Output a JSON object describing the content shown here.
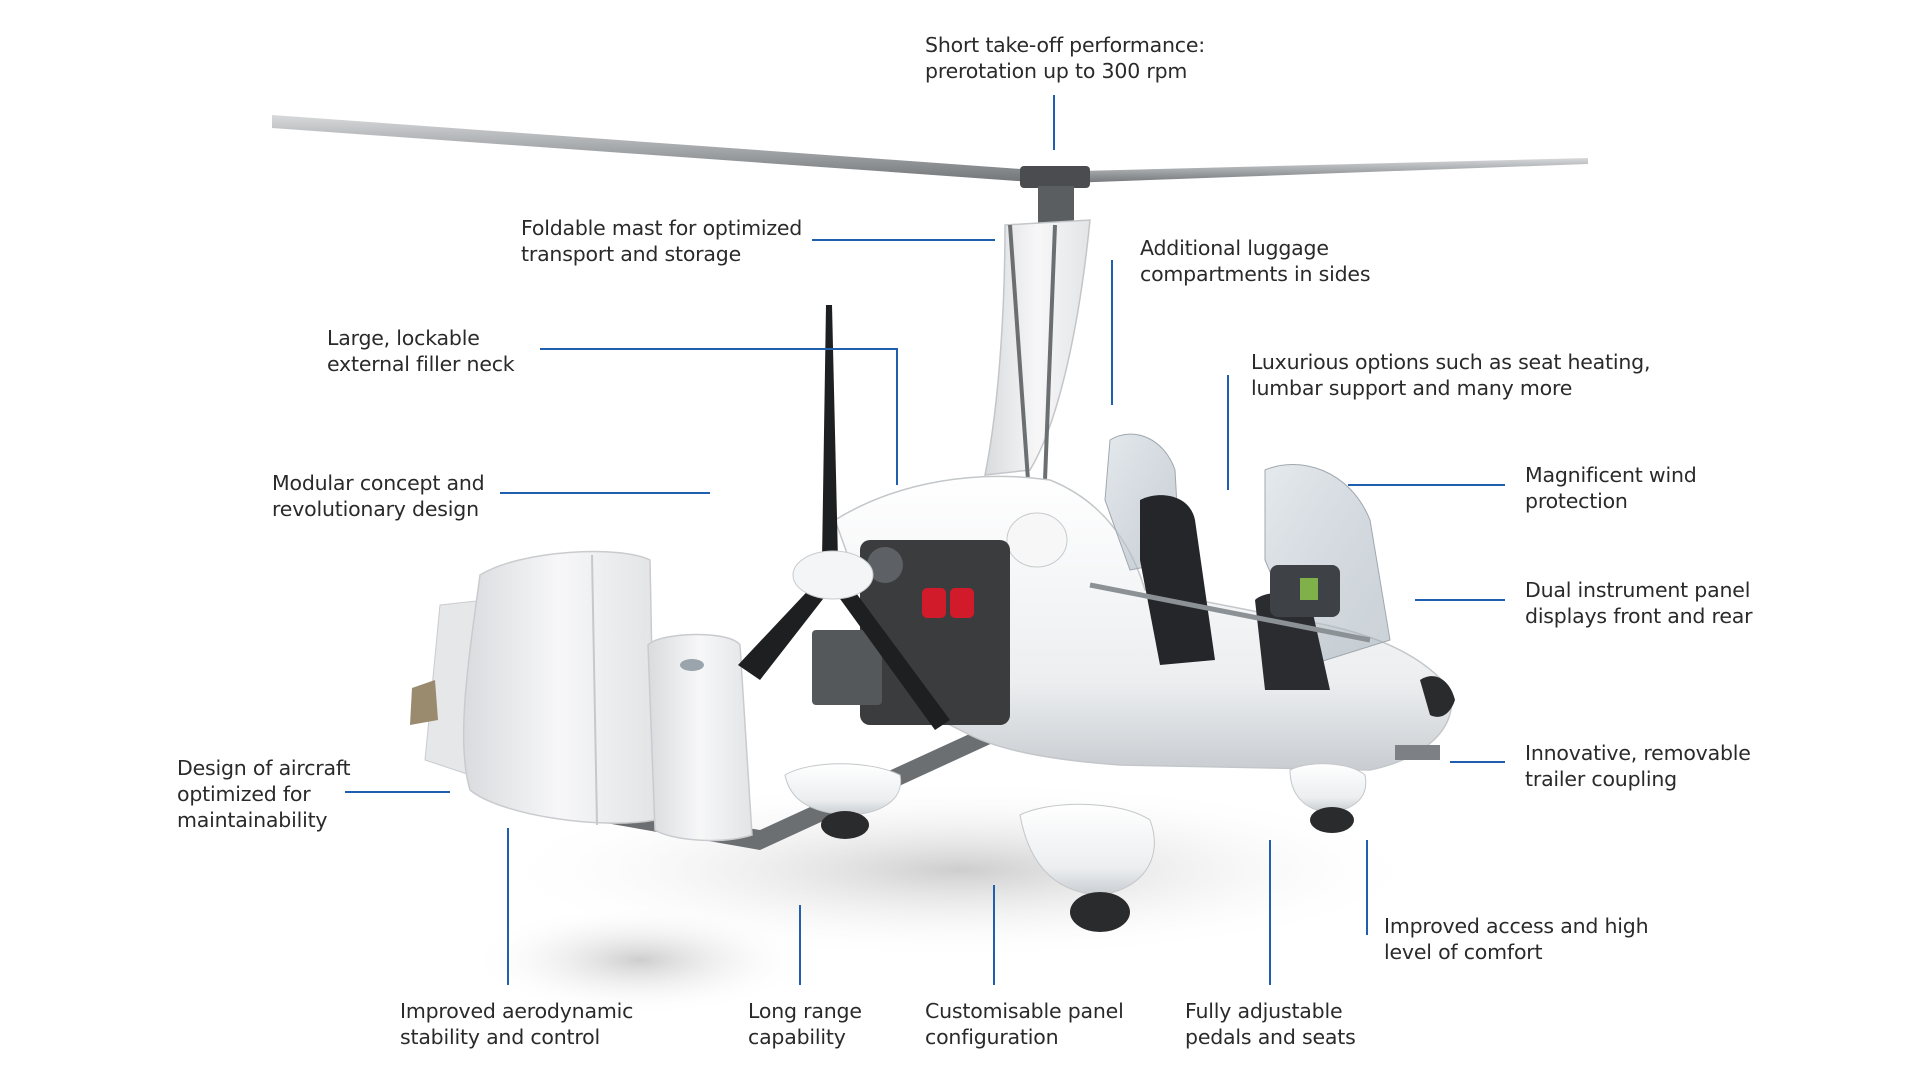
{
  "callouts": {
    "takeoff": [
      "Short take-off performance:",
      "prerotation up to 300 rpm"
    ],
    "mast": [
      "Foldable mast for optimized",
      "transport and storage"
    ],
    "luggage": [
      "Additional luggage",
      "compartments in sides"
    ],
    "filler": [
      "Large, lockable",
      "external filler neck"
    ],
    "luxury": [
      "Luxurious options such as seat heating,",
      "lumbar support and many more"
    ],
    "modular": [
      "Modular concept and",
      "revolutionary design"
    ],
    "wind": [
      "Magnificent wind",
      "protection"
    ],
    "instrument": [
      "Dual instrument panel",
      "displays front and rear"
    ],
    "maintain": [
      "Design of aircraft",
      "optimized for",
      "maintainability"
    ],
    "trailer": [
      "Innovative, removable",
      "trailer coupling"
    ],
    "access": [
      "Improved access and high",
      "level of comfort"
    ],
    "aero": [
      "Improved aerodynamic",
      "stability and control"
    ],
    "range": [
      "Long range",
      "capability"
    ],
    "panel": [
      "Customisable panel",
      "configuration"
    ],
    "pedals": [
      "Fully adjustable",
      "pedals and seats"
    ]
  },
  "colors": {
    "leader": "#1f5fae",
    "text": "#2a2a2a",
    "body": "#f2f3f4",
    "engine": "#3a3c3e",
    "accent": "#d11a2a"
  }
}
